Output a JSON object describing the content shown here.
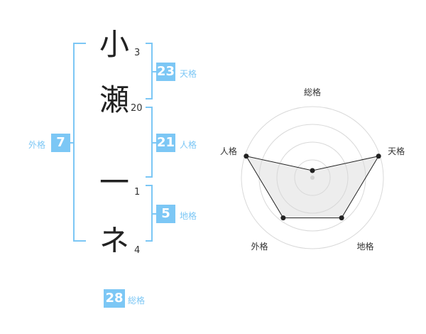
{
  "name_chars": [
    {
      "char": "小",
      "strokes": "3"
    },
    {
      "char": "瀬",
      "strokes": "20"
    },
    {
      "char": "一",
      "strokes": "1"
    },
    {
      "char": "ネ",
      "strokes": "4"
    }
  ],
  "fortunes": {
    "tenkaku": {
      "value": "23",
      "label": "天格"
    },
    "jinkaku": {
      "value": "21",
      "label": "人格"
    },
    "chikaku": {
      "value": "5",
      "label": "地格"
    },
    "gaikaku": {
      "value": "7",
      "label": "外格"
    },
    "soukaku": {
      "value": "28",
      "label": "総格"
    }
  },
  "accent_color": "#7cc7f5",
  "chart_data": {
    "type": "radar",
    "axes": [
      "総格",
      "天格",
      "地格",
      "外格",
      "人格"
    ],
    "values": [
      0.1,
      0.98,
      0.7,
      0.7,
      0.98
    ],
    "range": [
      0,
      1
    ],
    "rings": 4,
    "grid": true
  }
}
